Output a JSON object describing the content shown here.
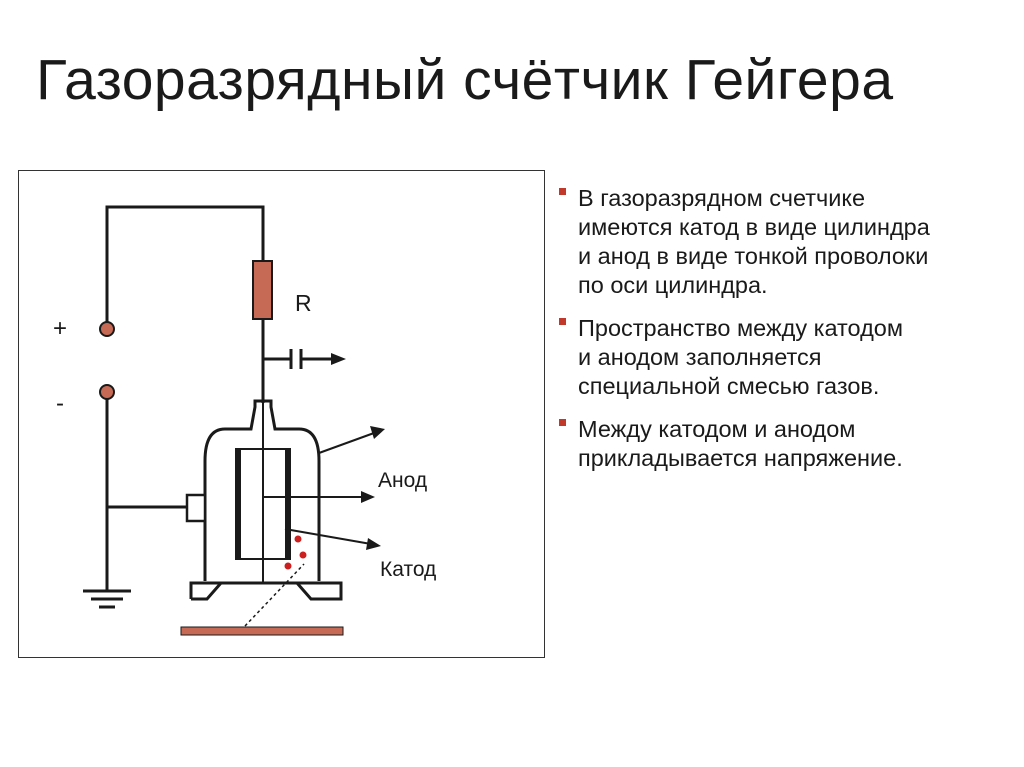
{
  "title": "Газоразрядный счётчик Гейгера",
  "diagram": {
    "labels": {
      "plus": "+",
      "minus": "-",
      "resistor": "R",
      "anode": "Анод",
      "cathode": "Катод"
    },
    "colors": {
      "wire": "#1a1a1a",
      "resistor_fill": "#c76a55",
      "terminal_fill": "#c76a55",
      "source_plate": "#c76a55",
      "particle": "#cc1f1f"
    }
  },
  "bullets": [
    {
      "lines": [
        "В газоразрядном счетчике",
        "имеются катод в виде цилиндра",
        "и анод в виде тонкой проволоки",
        "по оси цилиндра."
      ]
    },
    {
      "lines": [
        "Пространство между катодом",
        "и анодом заполняется",
        "специальной смесью газов."
      ]
    },
    {
      "lines": [
        "Между катодом и анодом",
        "прикладывается напряжение."
      ]
    }
  ],
  "bullet_color": "#c0392b"
}
